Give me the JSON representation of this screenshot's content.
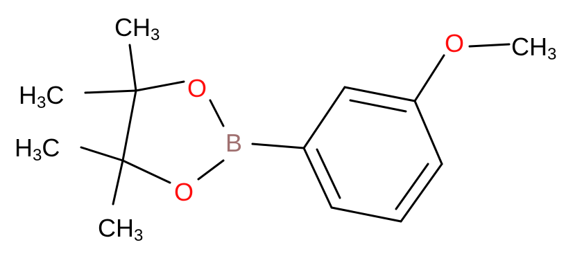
{
  "molecule": {
    "colors": {
      "bond": "#000000",
      "oxygen": "#ff0d0d",
      "boron": "#a07070",
      "carbon": "#000000"
    },
    "labels": {
      "o_ring_top": "O",
      "o_ring_bottom": "O",
      "boron": "B",
      "o_methoxy": "O",
      "ch3_top": {
        "main": "CH",
        "sub": "3"
      },
      "h3c_upper": {
        "h": "H",
        "sub": "3",
        "c": "C"
      },
      "h3c_lower": {
        "h": "H",
        "sub": "3",
        "c": "C"
      },
      "ch3_bottom": {
        "main": "CH",
        "sub": "3"
      },
      "ch3_methoxy": {
        "main": "CH",
        "sub": "3"
      }
    }
  }
}
